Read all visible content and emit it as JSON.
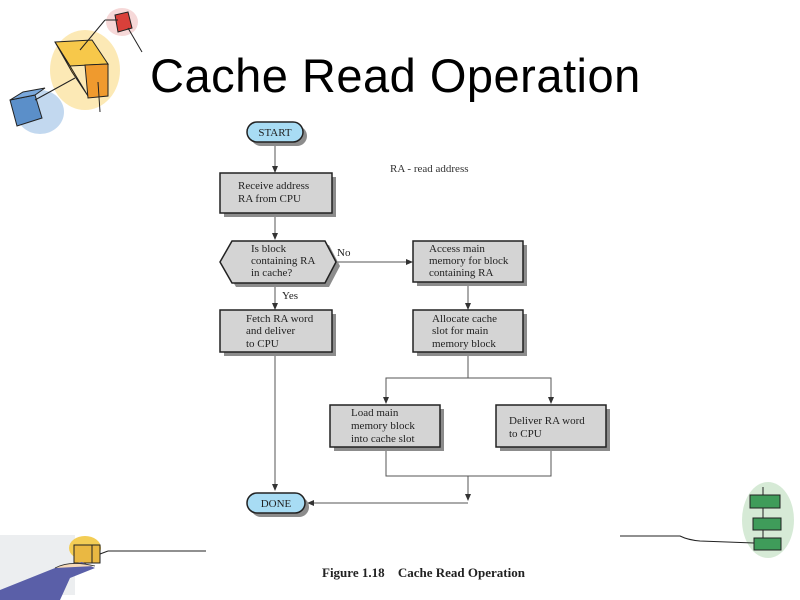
{
  "slide": {
    "title": "Cache Read Operation",
    "legend": "RA - read address",
    "caption": {
      "number": "Figure 1.18",
      "text": "Cache Read Operation"
    }
  },
  "flowchart": {
    "colors": {
      "terminal_fill": "#a8dcf4",
      "process_fill": "#d4d4d4",
      "shadow": "#8c8c8c",
      "stroke": "#222222",
      "connector": "#666666"
    },
    "nodes": {
      "start": {
        "type": "terminal",
        "lines": [
          "START"
        ]
      },
      "receive": {
        "type": "process",
        "lines": [
          "Receive address",
          "RA from CPU"
        ]
      },
      "decision": {
        "type": "decision",
        "lines": [
          "Is block",
          "containing RA",
          "in cache?"
        ]
      },
      "fetch": {
        "type": "process",
        "lines": [
          "Fetch RA word",
          "and deliver",
          "to CPU"
        ]
      },
      "access": {
        "type": "process",
        "lines": [
          "Access main",
          "memory for block",
          "containing RA"
        ]
      },
      "allocate": {
        "type": "process",
        "lines": [
          "Allocate cache",
          "slot for main",
          "memory block"
        ]
      },
      "load": {
        "type": "process",
        "lines": [
          "Load main",
          "memory block",
          "into cache slot"
        ]
      },
      "deliver": {
        "type": "process",
        "lines": [
          "Deliver RA word",
          "to CPU"
        ]
      },
      "done": {
        "type": "terminal",
        "lines": [
          "DONE"
        ]
      }
    },
    "edge_labels": {
      "no": "No",
      "yes": "Yes"
    },
    "edges": [
      {
        "from": "start",
        "to": "receive"
      },
      {
        "from": "receive",
        "to": "decision"
      },
      {
        "from": "decision",
        "to": "access",
        "label": "No"
      },
      {
        "from": "decision",
        "to": "fetch",
        "label": "Yes"
      },
      {
        "from": "access",
        "to": "allocate"
      },
      {
        "from": "allocate",
        "to": "load"
      },
      {
        "from": "allocate",
        "to": "deliver"
      },
      {
        "from": "load",
        "to": "done"
      },
      {
        "from": "deliver",
        "to": "done"
      },
      {
        "from": "fetch",
        "to": "done"
      }
    ]
  },
  "decorations": {
    "top_left": "clipart-cubes-icon",
    "bottom_left": "clipart-hand-holding-box-icon",
    "bottom_right": "clipart-green-stack-icon"
  }
}
